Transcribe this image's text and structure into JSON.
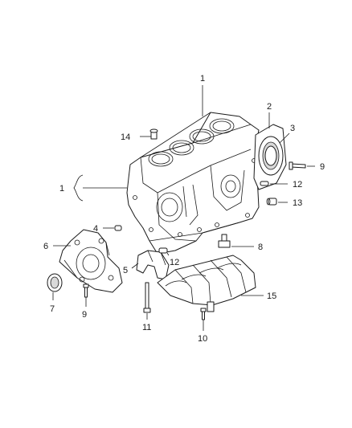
{
  "callouts": {
    "c1_top": "1",
    "c1_left": "1",
    "c2": "2",
    "c3": "3",
    "c4": "4",
    "c5": "5",
    "c6": "6",
    "c7": "7",
    "c8": "8",
    "c9_right": "9",
    "c9_bottom": "9",
    "c10": "10",
    "c11": "11",
    "c12_right": "12",
    "c12_center": "12",
    "c13": "13",
    "c14": "14",
    "c15": "15"
  }
}
